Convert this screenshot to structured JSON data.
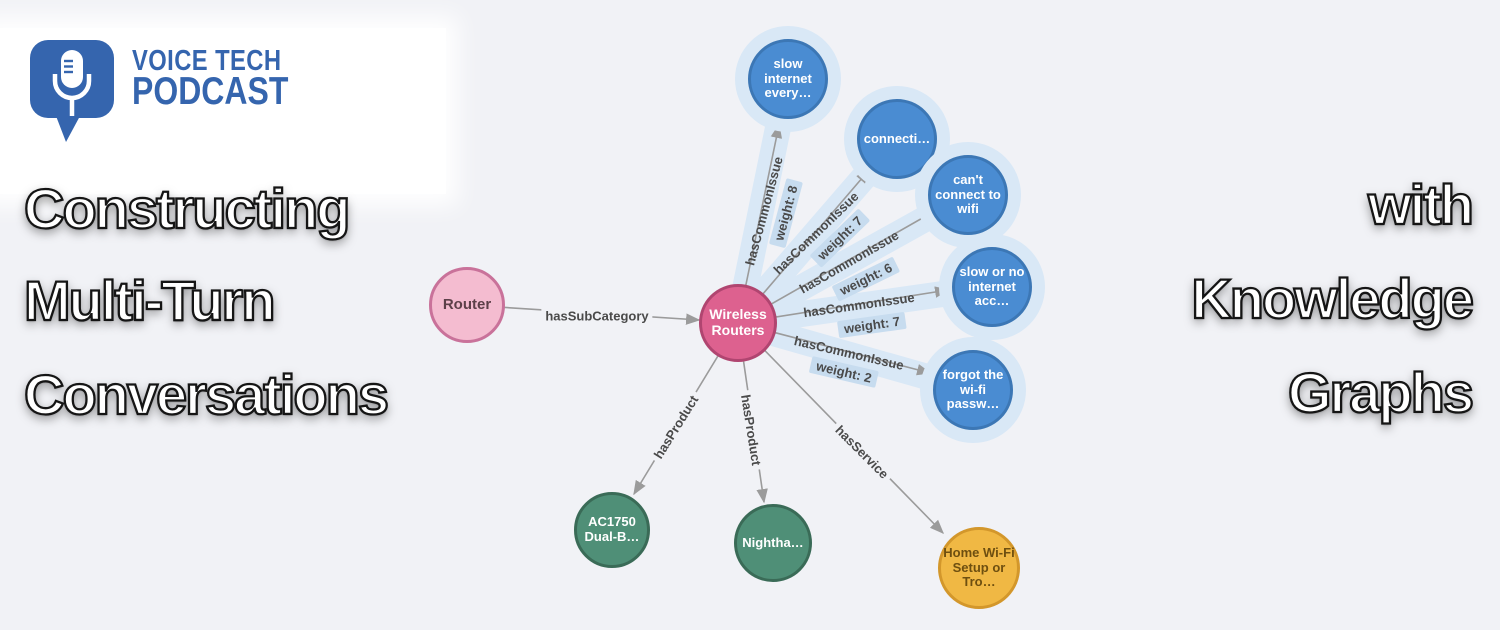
{
  "colors": {
    "background": "#f1f2f6",
    "logo_blue": "#3565ae",
    "edge_line": "#9b9b9b",
    "edge_label_text": "#4a4a4a",
    "edge_highlight": "#d9e8f6",
    "weight_label_bg": "#c7dcef",
    "node_router": {
      "fill": "#f4bcd0",
      "border": "#c9729a",
      "text": "#5d4049"
    },
    "node_wireless": {
      "fill": "#dd618f",
      "border": "#b04570",
      "text": "#ffffff"
    },
    "node_issue": {
      "fill": "#4a8cd2",
      "border": "#3c77b5",
      "text": "#ffffff"
    },
    "node_product": {
      "fill": "#4f8f77",
      "border": "#3a6b57",
      "text": "#ffffff"
    },
    "node_service": {
      "fill": "#f0b844",
      "border": "#d3972b",
      "text": "#6e4f10"
    }
  },
  "logo": {
    "title_line1": "VOICE TECH",
    "title_line2": "PODCAST",
    "icon": "microphone-speech-bubble-icon"
  },
  "headline": {
    "left": [
      "Constructing",
      "Multi-Turn",
      "Conversations"
    ],
    "right": [
      "with",
      "Knowledge",
      "Graphs"
    ]
  },
  "graph": {
    "nodes": [
      {
        "id": "router",
        "label": "Router"
      },
      {
        "id": "wireless-routers",
        "label": "Wireless Routers"
      },
      {
        "id": "issue-slow-internet",
        "label": "slow internet every…"
      },
      {
        "id": "issue-connection",
        "label": "connecti…"
      },
      {
        "id": "issue-cant-connect",
        "label": "can't connect to wifi"
      },
      {
        "id": "issue-slow-no-internet",
        "label": "slow or no internet acc…"
      },
      {
        "id": "issue-forgot-password",
        "label": "forgot the wi-fi passw…"
      },
      {
        "id": "product-ac1750",
        "label": "AC1750 Dual-B…"
      },
      {
        "id": "product-nighthawk",
        "label": "Nightha…"
      },
      {
        "id": "service-home-wifi",
        "label": "Home Wi-Fi Setup or Tro…"
      }
    ],
    "edges": [
      {
        "from": "router",
        "to": "wireless-routers",
        "label": "hasSubCategory"
      },
      {
        "from": "wireless-routers",
        "to": "issue-slow-internet",
        "label": "hasCommonIssue",
        "weight": 8,
        "weight_label": "weight: 8"
      },
      {
        "from": "wireless-routers",
        "to": "issue-connection",
        "label": "hasCommonIssue",
        "weight": 7,
        "weight_label": "weight: 7"
      },
      {
        "from": "wireless-routers",
        "to": "issue-cant-connect",
        "label": "hasCommonIssue",
        "weight": 6,
        "weight_label": "weight: 6"
      },
      {
        "from": "wireless-routers",
        "to": "issue-slow-no-internet",
        "label": "hasCommonIssue",
        "weight": 7,
        "weight_label": "weight: 7"
      },
      {
        "from": "wireless-routers",
        "to": "issue-forgot-password",
        "label": "hasCommonIssue",
        "weight": 2,
        "weight_label": "weight: 2"
      },
      {
        "from": "wireless-routers",
        "to": "product-ac1750",
        "label": "hasProduct"
      },
      {
        "from": "wireless-routers",
        "to": "product-nighthawk",
        "label": "hasProduct"
      },
      {
        "from": "wireless-routers",
        "to": "service-home-wifi",
        "label": "hasService"
      }
    ]
  }
}
